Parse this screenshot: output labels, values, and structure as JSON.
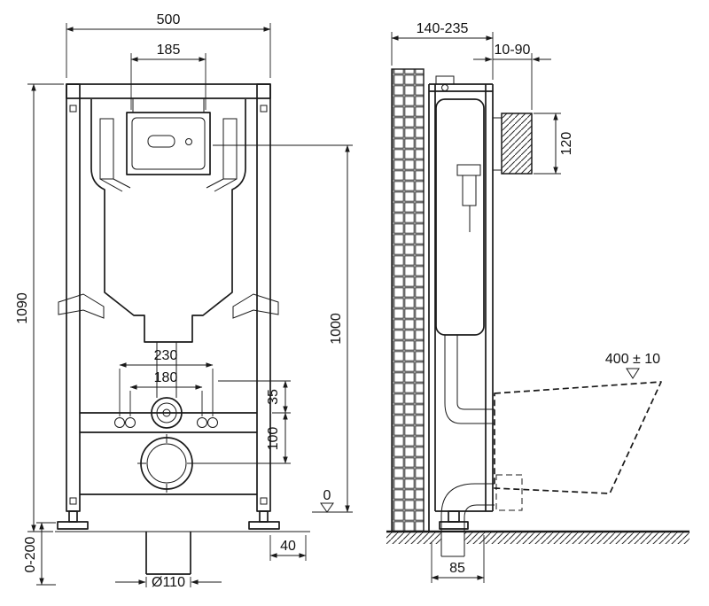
{
  "meta": {
    "drawing_title": "wall-hung-wc-installation-frame-drawing",
    "colors": {
      "line": "#1a1a1a",
      "background": "#ffffff"
    }
  },
  "front_view": {
    "dims": {
      "width_total": "500",
      "plate_window_width": "185",
      "height_total": "1090",
      "bolt_spacing_outer": "230",
      "bolt_spacing_inner": "180",
      "inlet_offset": "35",
      "drain_offset": "100",
      "plate_center_height": "1000",
      "floor_datum": "0",
      "foot_adjustment": "0-200",
      "side_offset": "40",
      "drain_diameter": "Ø110"
    }
  },
  "side_view": {
    "dims": {
      "frame_depth_range": "140-235",
      "wall_finish_range": "10-90",
      "plate_height": "120",
      "bowl_top_height": "400 ± 10",
      "drain_wall_offset": "85"
    }
  }
}
